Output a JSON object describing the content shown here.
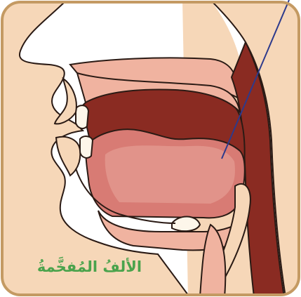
{
  "caption": "الألفُ المُفخَّمةُ",
  "colors": {
    "frame_border": "#c49a63",
    "skin": "#f6d7b8",
    "outline": "#2a1a14",
    "cavity": "#8a2b22",
    "tongue": "#d87b74",
    "tongue_highlight": "#e49a90",
    "soft_tissue": "#f0b3a0",
    "teeth": "#fdf6ea",
    "pointer_line": "#2d3a8c",
    "caption_text": "#4aa34c"
  },
  "icons": [
    "mouth-cross-section-illustration",
    "pointer-line"
  ]
}
